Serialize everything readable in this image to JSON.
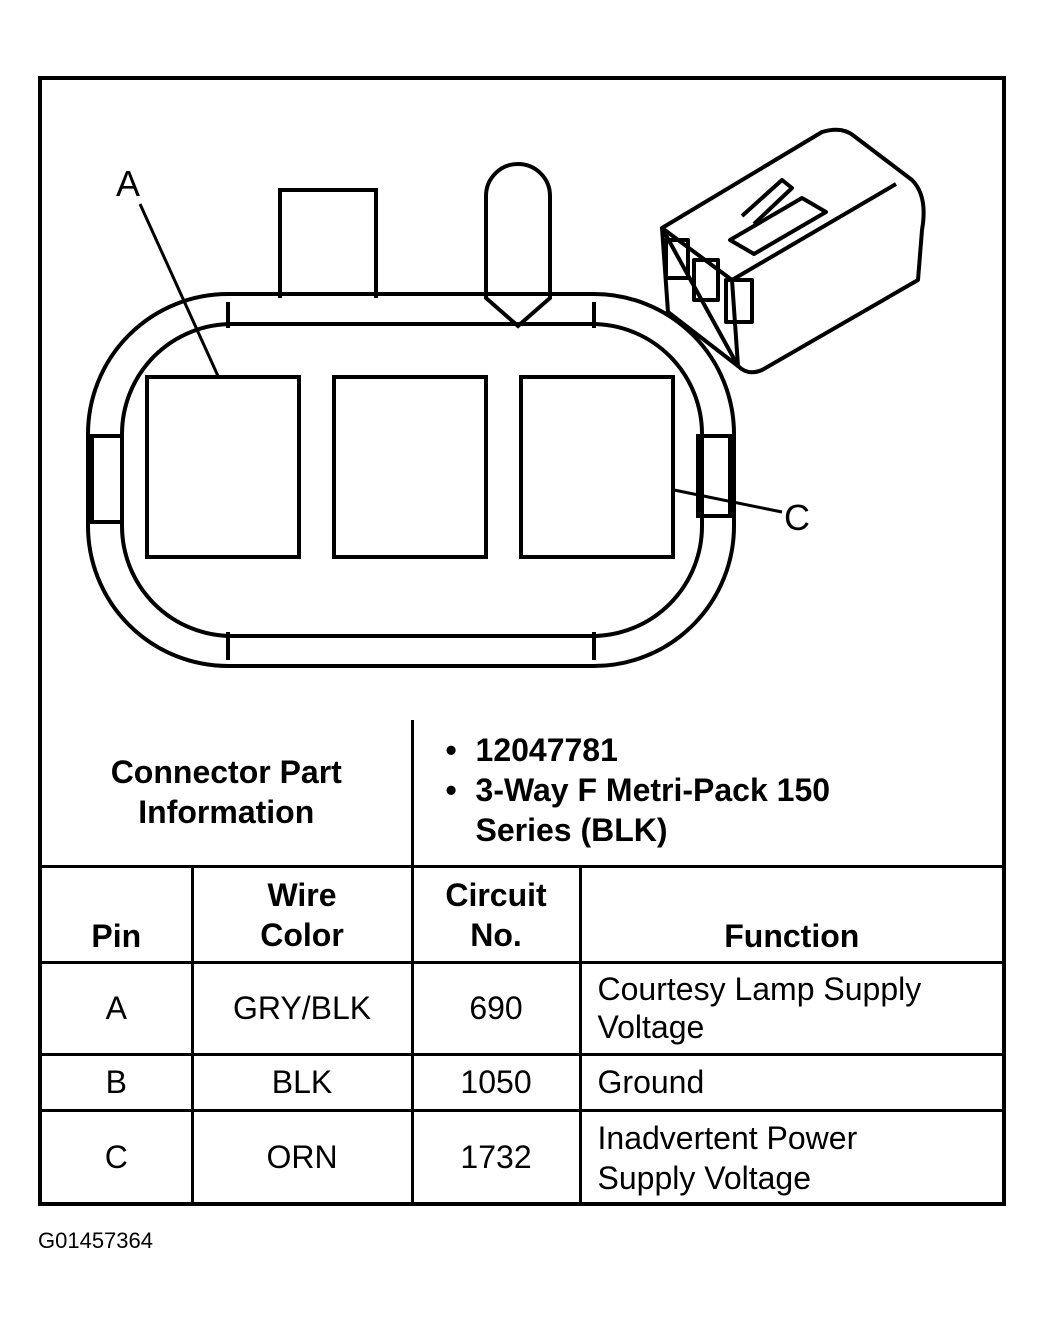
{
  "figure_code": "G01457364",
  "callouts": {
    "a": "A",
    "c": "C"
  },
  "part_info": {
    "label": "Connector Part Information",
    "items": [
      "12047781",
      "3-Way F Metri-Pack 150 Series (BLK)"
    ]
  },
  "table": {
    "headers": {
      "pin": "Pin",
      "wire_color": "Wire Color",
      "circuit_no": "Circuit No.",
      "function": "Function"
    },
    "rows": [
      {
        "pin": "A",
        "wire_color": "GRY/BLK",
        "circuit_no": "690",
        "function": "Courtesy Lamp Supply Voltage"
      },
      {
        "pin": "B",
        "wire_color": "BLK",
        "circuit_no": "1050",
        "function": "Ground"
      },
      {
        "pin": "C",
        "wire_color": "ORN",
        "circuit_no": "1732",
        "function": "Inadvertent Power Supply Voltage"
      }
    ]
  }
}
